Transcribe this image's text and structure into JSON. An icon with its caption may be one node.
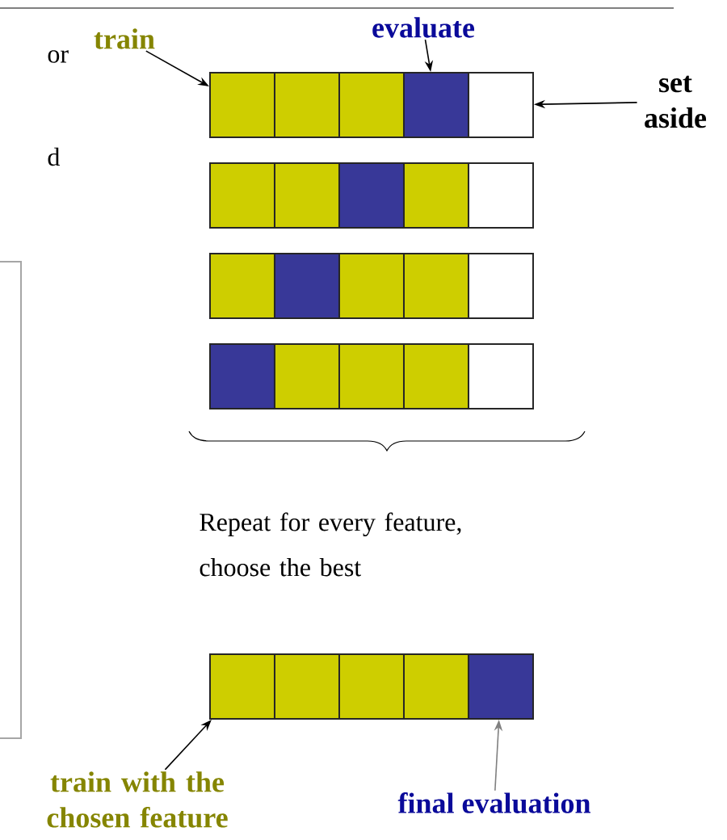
{
  "diagram": {
    "nodes": [
      {
        "text": [
          "train"
        ]
      },
      {
        "text": [
          "evaluate"
        ]
      },
      {
        "text": [
          "set aside"
        ]
      },
      {
        "text": [],
        "shape": "box"
      },
      {
        "text": [],
        "shape": "box"
      },
      {
        "text": [],
        "shape": "box"
      },
      {
        "text": [],
        "shape": "box"
      },
      {
        "text": [],
        "shape": "box"
      },
      {
        "text": [],
        "shape": "box"
      },
      {
        "text": [],
        "shape": "box"
      },
      {
        "text": [],
        "shape": "box"
      },
      {
        "text": [],
        "shape": "box"
      },
      {
        "text": [],
        "shape": "box"
      },
      {
        "text": [],
        "shape": "box"
      },
      {
        "text": [],
        "shape": "box"
      },
      {
        "text": [],
        "shape": "box"
      },
      {
        "text": [],
        "shape": "box"
      },
      {
        "text": [],
        "shape": "box"
      },
      {
        "text": [],
        "shape": "box"
      },
      {
        "text": [],
        "shape": "box"
      },
      {
        "text": [],
        "shape": "box"
      },
      {
        "text": [],
        "shape": "box"
      },
      {
        "text": [],
        "shape": "box"
      },
      {
        "text": [
          "train with the chosen feature"
        ]
      },
      {
        "text": [],
        "shape": "box"
      },
      {
        "text": [],
        "shape": "box"
      },
      {
        "text": [],
        "shape": "box"
      },
      {
        "text": [],
        "shape": "box"
      },
      {
        "text": [],
        "shape": "box"
      },
      {
        "text": [
          "final evaluation"
        ]
      }
    ],
    "edges": [
      {
        "from": 0,
        "to": 3,
        "arrow": "to"
      },
      {
        "from": 1,
        "to": 6,
        "arrow": "to"
      },
      {
        "from": 2,
        "to": 7,
        "arrow": "to"
      },
      {
        "from": 23,
        "to": 24,
        "arrow": "to"
      },
      {
        "from": 29,
        "to": 28,
        "arrow": "to",
        "color": "#808080"
      }
    ],
    "labels": [
      "or",
      "d",
      "Repeat for every feature, choose the best"
    ]
  }
}
